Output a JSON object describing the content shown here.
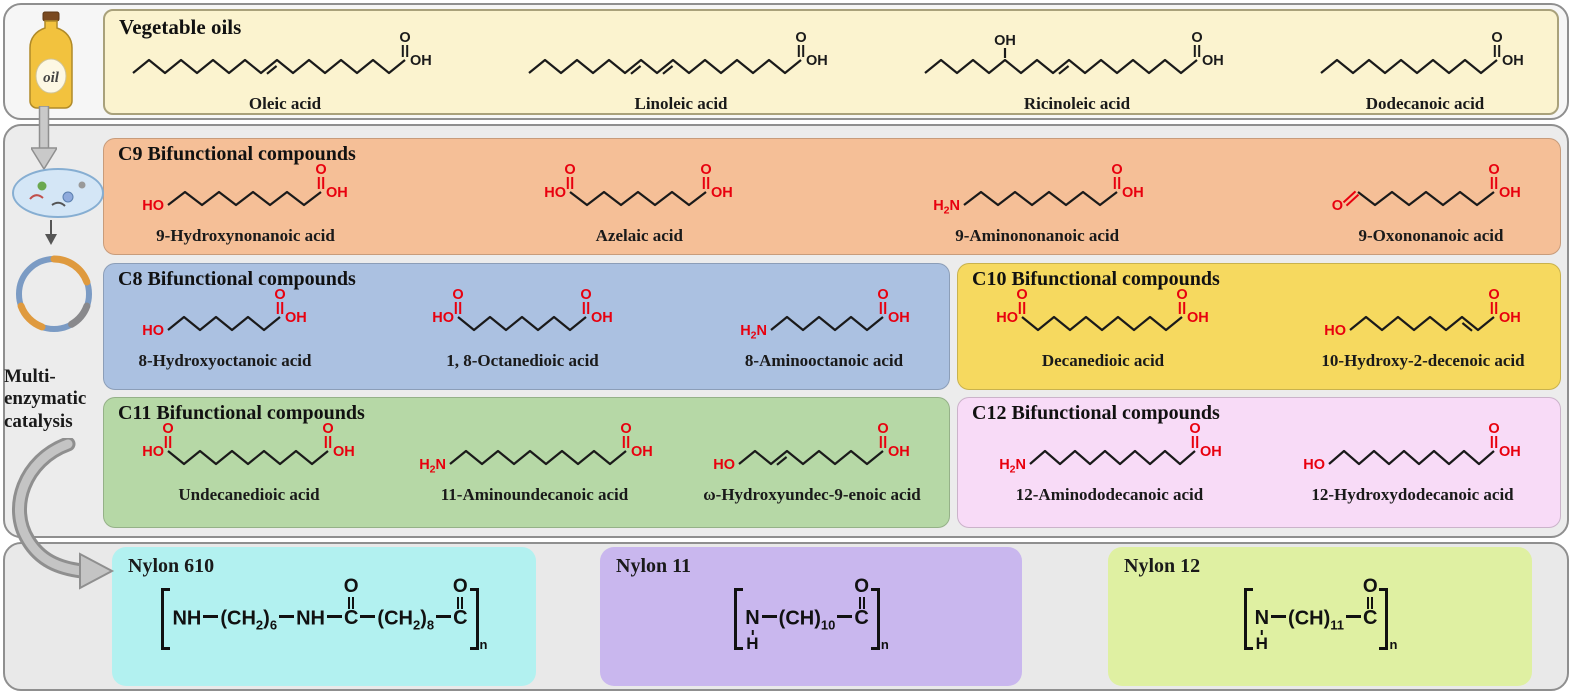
{
  "colors": {
    "accent_red": "#e8000e",
    "ink": "#1a1a1a"
  },
  "top_panel": {
    "title": "Vegetable oils",
    "bg": "#FBF3CF",
    "compounds": [
      {
        "name": "Oleic acid",
        "segments": 17,
        "doubles": [
          8
        ]
      },
      {
        "name": "Linoleic acid",
        "segments": 17,
        "doubles": [
          6,
          8
        ]
      },
      {
        "name": "Ricinoleic acid",
        "segments": 17,
        "doubles": [
          8
        ],
        "oh_branch": 5
      },
      {
        "name": "Dodecanoic acid",
        "segments": 11
      }
    ]
  },
  "left_rail": {
    "oil_label": "oil",
    "catalysis_label": "Multi-\nenzymatic\ncatalysis"
  },
  "groups": [
    {
      "title": "C9 Bifunctional compounds",
      "bg": "#F5BF97",
      "compounds": [
        {
          "name": "9-Hydroxynonanoic acid",
          "segments": 9,
          "left": "HO"
        },
        {
          "name": "Azelaic acid",
          "segments": 8,
          "left": "COOH"
        },
        {
          "name": "9-Aminononanoic acid",
          "segments": 9,
          "left": "H2N"
        },
        {
          "name": "9-Oxononanoic acid",
          "segments": 8,
          "left": "CHO"
        }
      ]
    },
    {
      "title": "C8 Bifunctional compounds",
      "bg": "#ABC1E1",
      "compounds": [
        {
          "name": "8-Hydroxyoctanoic acid",
          "segments": 7,
          "left": "HO"
        },
        {
          "name": "1, 8-Octanedioic acid",
          "segments": 8,
          "left": "COOH"
        },
        {
          "name": "8-Aminooctanoic acid",
          "segments": 7,
          "left": "H2N"
        }
      ]
    },
    {
      "title": "C10 Bifunctional compounds",
      "bg": "#F6D95F",
      "compounds": [
        {
          "name": "Decanedioic acid",
          "segments": 10,
          "left": "COOH"
        },
        {
          "name": "10-Hydroxy-2-decenoic acid",
          "segments": 9,
          "left": "HO",
          "doubles": [
            7
          ]
        }
      ]
    },
    {
      "title": "C11 Bifunctional compounds",
      "bg": "#B6D8A6",
      "compounds": [
        {
          "name": "Undecanedioic acid",
          "segments": 10,
          "left": "COOH"
        },
        {
          "name": "11-Aminoundecanoic acid",
          "segments": 11,
          "left": "H2N"
        },
        {
          "name": "ω-Hydroxyundec-9-enoic acid",
          "segments": 9,
          "left": "HO",
          "doubles": [
            2
          ]
        }
      ]
    },
    {
      "title": "C12 Bifunctional compounds",
      "bg": "#F8DBF7",
      "compounds": [
        {
          "name": "12-Aminododecanoic acid",
          "segments": 11,
          "left": "H2N"
        },
        {
          "name": "12-Hydroxydodecanoic acid",
          "segments": 11,
          "left": "HO"
        }
      ]
    }
  ],
  "bottom": {
    "nylons": [
      {
        "title": "Nylon 610",
        "bg": "#B2F1F0",
        "formula": "NH-(CH_{2})_{6}-NH-C^{O}-(CH_{2})_{8}-C^{O}"
      },
      {
        "title": "Nylon 11",
        "bg": "#C9B7EE",
        "formula": "N|H-(CH)_{10}-C^{O}"
      },
      {
        "title": "Nylon 12",
        "bg": "#DFF0A2",
        "formula": "N|H-(CH)_{11}-C^{O}"
      }
    ]
  }
}
